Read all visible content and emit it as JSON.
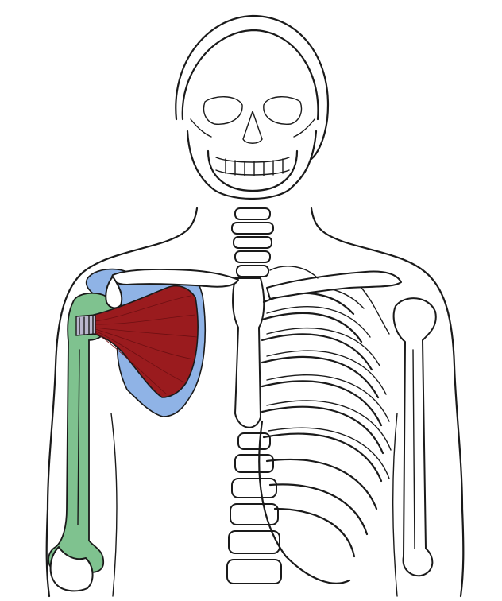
{
  "figure": {
    "colors": {
      "background": "#ffffff",
      "outline": "#1a1a1a",
      "scapula": "#8fb3e6",
      "humerus": "#7fc28f",
      "muscle": "#9a1b1e",
      "tendon": "#b9b6cc"
    },
    "structures": [
      {
        "id": "scapula",
        "highlight": "scapula"
      },
      {
        "id": "humerus",
        "highlight": "humerus"
      },
      {
        "id": "muscle",
        "highlight": "muscle"
      },
      {
        "id": "tendon",
        "highlight": "tendon"
      }
    ]
  }
}
